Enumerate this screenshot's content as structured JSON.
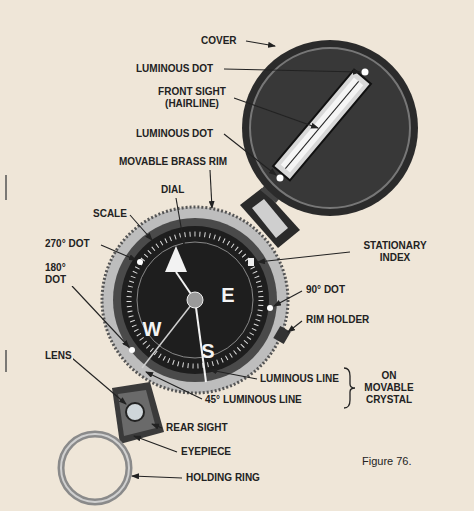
{
  "diagram": {
    "caption": "Figure 76.",
    "labels": [
      "COVER",
      "LUMINOUS DOT",
      "FRONT SIGHT (HAIRLINE)",
      "LUMINOUS DOT",
      "MOVABLE BRASS RIM",
      "DIAL",
      "SCALE",
      "270° DOT",
      "180° DOT",
      "STATIONARY INDEX",
      "90° DOT",
      "RIM HOLDER",
      "LUMINOUS LINE",
      "45° LUMINOUS LINE",
      "ON MOVABLE CRYSTAL",
      "LENS",
      "REAR SIGHT",
      "EYEPIECE",
      "HOLDING RING",
      "W",
      "E",
      "S"
    ]
  }
}
